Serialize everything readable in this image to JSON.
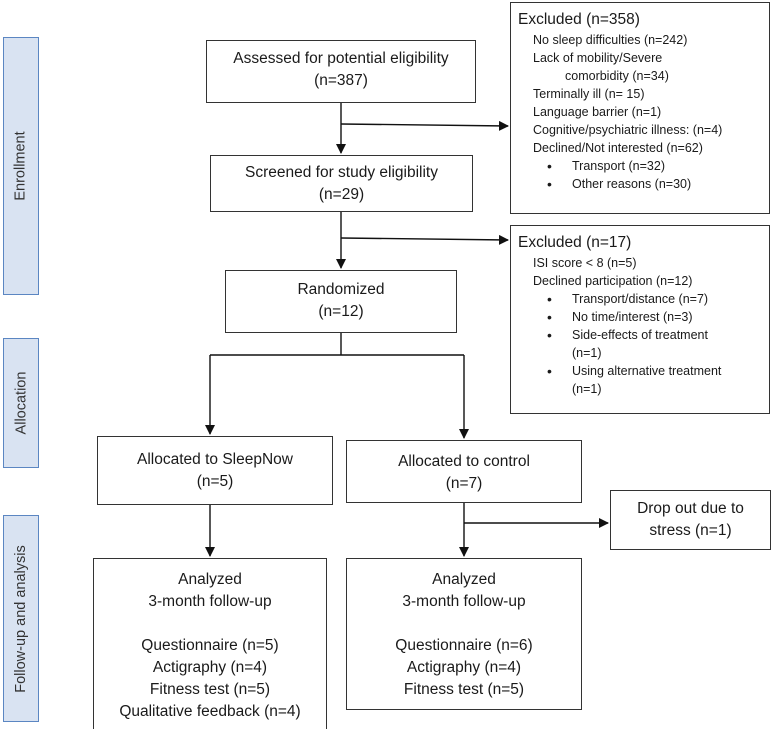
{
  "phases": {
    "enrollment": "Enrollment",
    "allocation": "Allocation",
    "followup": "Follow-up and analysis"
  },
  "assessed": {
    "title": "Assessed for potential eligibility",
    "n": "(n=387)"
  },
  "excluded1": {
    "title": "Excluded (n=358)",
    "lines": [
      "No sleep difficulties (n=242)",
      "Lack of mobility/Severe",
      "comorbidity (n=34)",
      "Terminally ill (n= 15)",
      "Language barrier (n=1)",
      "Cognitive/psychiatric illness: (n=4)",
      "Declined/Not interested (n=62)"
    ],
    "bullets": [
      "Transport (n=32)",
      "Other reasons (n=30)"
    ]
  },
  "screened": {
    "title": "Screened for study eligibility",
    "n": "(n=29)"
  },
  "excluded2": {
    "title": "Excluded (n=17)",
    "lines": [
      "ISI score < 8 (n=5)",
      "Declined participation (n=12)"
    ],
    "bullets": [
      "Transport/distance (n=7)",
      "No time/interest (n=3)",
      "Side-effects of treatment",
      "(n=1)",
      "Using alternative treatment",
      "(n=1)"
    ]
  },
  "randomized": {
    "title": "Randomized",
    "n": "(n=12)"
  },
  "sleepnow": {
    "title": "Allocated to SleepNow",
    "n": "(n=5)"
  },
  "control": {
    "title": "Allocated to control",
    "n": "(n=7)"
  },
  "dropout": {
    "line1": "Drop out due to",
    "line2": "stress (n=1)"
  },
  "analyzed_sleepnow": {
    "title": "Analyzed",
    "sub": "3-month follow-up",
    "items": [
      "Questionnaire (n=5)",
      "Actigraphy (n=4)",
      "Fitness test (n=5)",
      "Qualitative feedback (n=4)"
    ]
  },
  "analyzed_control": {
    "title": "Analyzed",
    "sub": "3-month follow-up",
    "items": [
      "Questionnaire (n=6)",
      "Actigraphy (n=4)",
      "Fitness test (n=5)"
    ]
  }
}
